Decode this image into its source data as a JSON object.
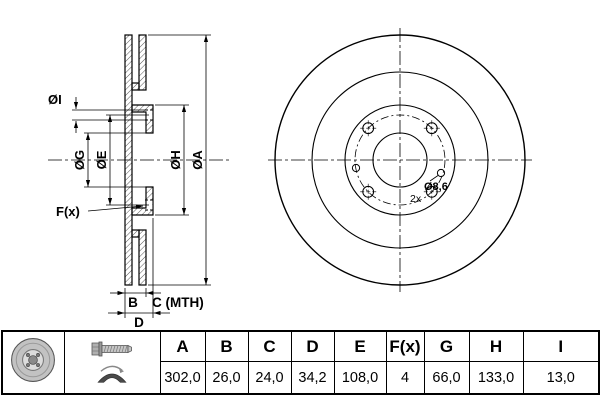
{
  "drawing": {
    "section_labels": {
      "dia_i": "ØI",
      "dia_g": "ØG",
      "dia_e": "ØE",
      "dia_h": "ØH",
      "dia_a": "ØA",
      "fx": "F(x)",
      "b": "B",
      "c_mth": "C (MTH)",
      "d": "D"
    },
    "front_labels": {
      "hole_dia": "Ø8,6",
      "hole_count": "2x"
    }
  },
  "table": {
    "columns": [
      {
        "header": "A",
        "value": "302,0"
      },
      {
        "header": "B",
        "value": "26,0"
      },
      {
        "header": "C",
        "value": "24,0"
      },
      {
        "header": "D",
        "value": "34,2"
      },
      {
        "header": "E",
        "value": "108,0"
      },
      {
        "header": "F(x)",
        "value": "4"
      },
      {
        "header": "G",
        "value": "66,0"
      },
      {
        "header": "H",
        "value": "133,0"
      },
      {
        "header": "I",
        "value": "13,0"
      }
    ]
  }
}
